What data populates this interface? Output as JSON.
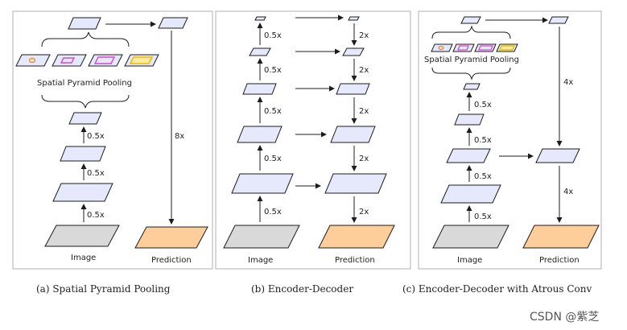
{
  "panels": [
    {
      "id": "a",
      "caption": "(a) Spatial Pyramid Pooling",
      "spp_label": "Spatial Pyramid Pooling",
      "scale_labels": [
        "0.5x",
        "0.5x",
        "0.5x"
      ],
      "upsample_label": "8x",
      "image_label": "Image",
      "prediction_label": "Prediction"
    },
    {
      "id": "b",
      "caption": "(b) Encoder-Decoder",
      "encoder_labels": [
        "0.5x",
        "0.5x",
        "0.5x",
        "0.5x"
      ],
      "decoder_labels": [
        "2x",
        "2x",
        "2x",
        "2x"
      ],
      "image_label": "Image",
      "prediction_label": "Prediction"
    },
    {
      "id": "c",
      "caption": "(c) Encoder-Decoder with Atrous Conv",
      "spp_label": "Spatial Pyramid Pooling",
      "scale_labels": [
        "0.5x",
        "0.5x",
        "0.5x",
        "0.5x"
      ],
      "decoder_labels": [
        "4x",
        "4x"
      ],
      "image_label": "Image",
      "prediction_label": "Prediction"
    }
  ],
  "watermark": "CSDN @紫芝",
  "colors": {
    "feature_map": "#e6e8fb",
    "image": "#d9d9d9",
    "prediction": "#fdcd9a",
    "pool_orange": "#f28c28",
    "pool_magenta": "#d24bd2",
    "pool_yellow": "#e6c100"
  }
}
